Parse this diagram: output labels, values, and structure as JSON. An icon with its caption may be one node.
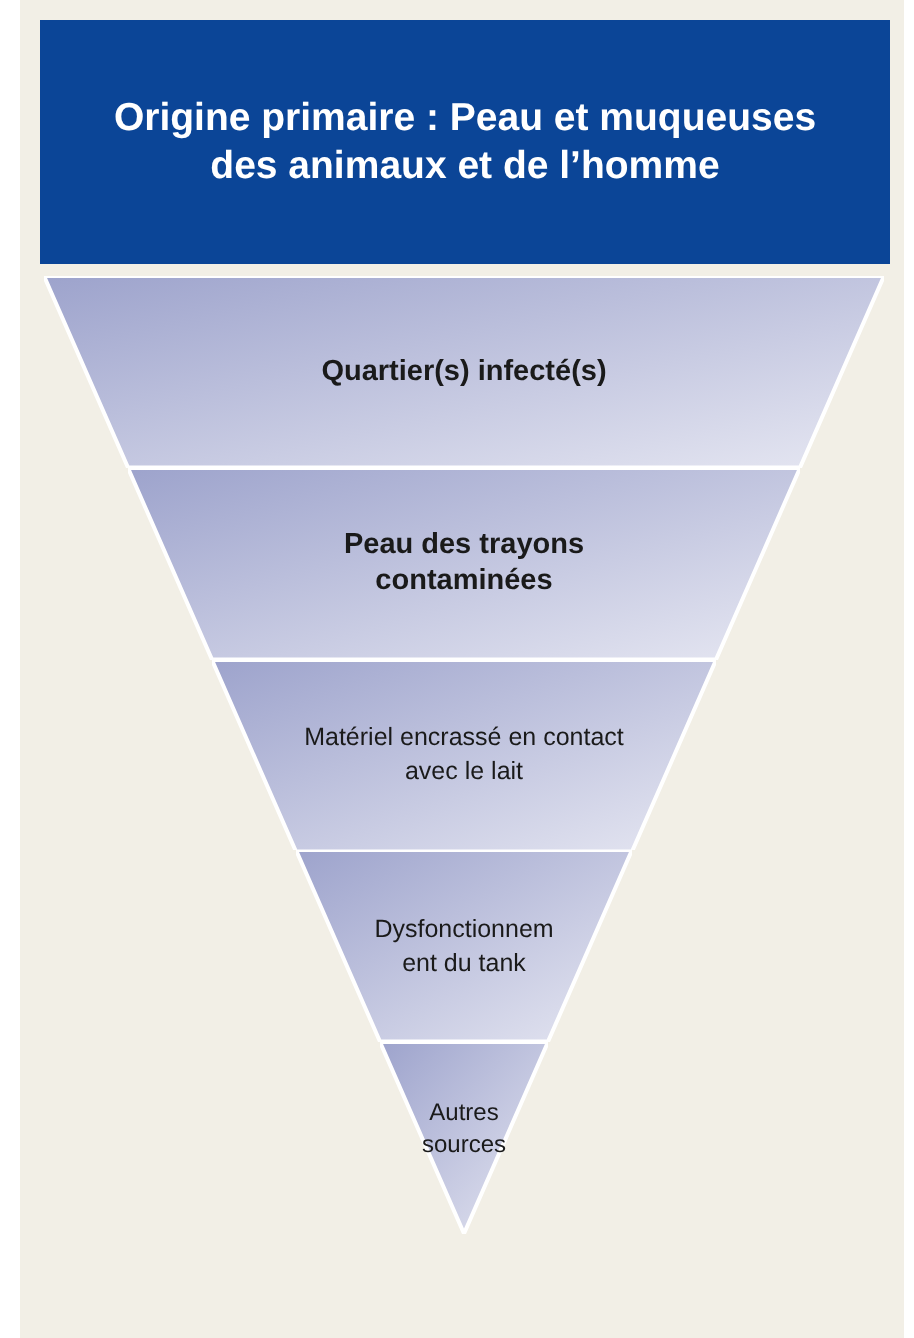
{
  "diagram": {
    "title": "Origine primaire : Peau et muqueuses des animaux et de l’homme",
    "nodes": [
      {
        "text": [
          "Quartier(s) infecté(s)"
        ]
      },
      {
        "text": [
          "Peau des trayons contaminées"
        ]
      },
      {
        "text": [
          "Matériel encrassé en contact avec le lait"
        ]
      },
      {
        "text": [
          "Dysfonctionnement du tank"
        ]
      },
      {
        "text": [
          "Autres sources"
        ]
      }
    ],
    "edges": []
  }
}
